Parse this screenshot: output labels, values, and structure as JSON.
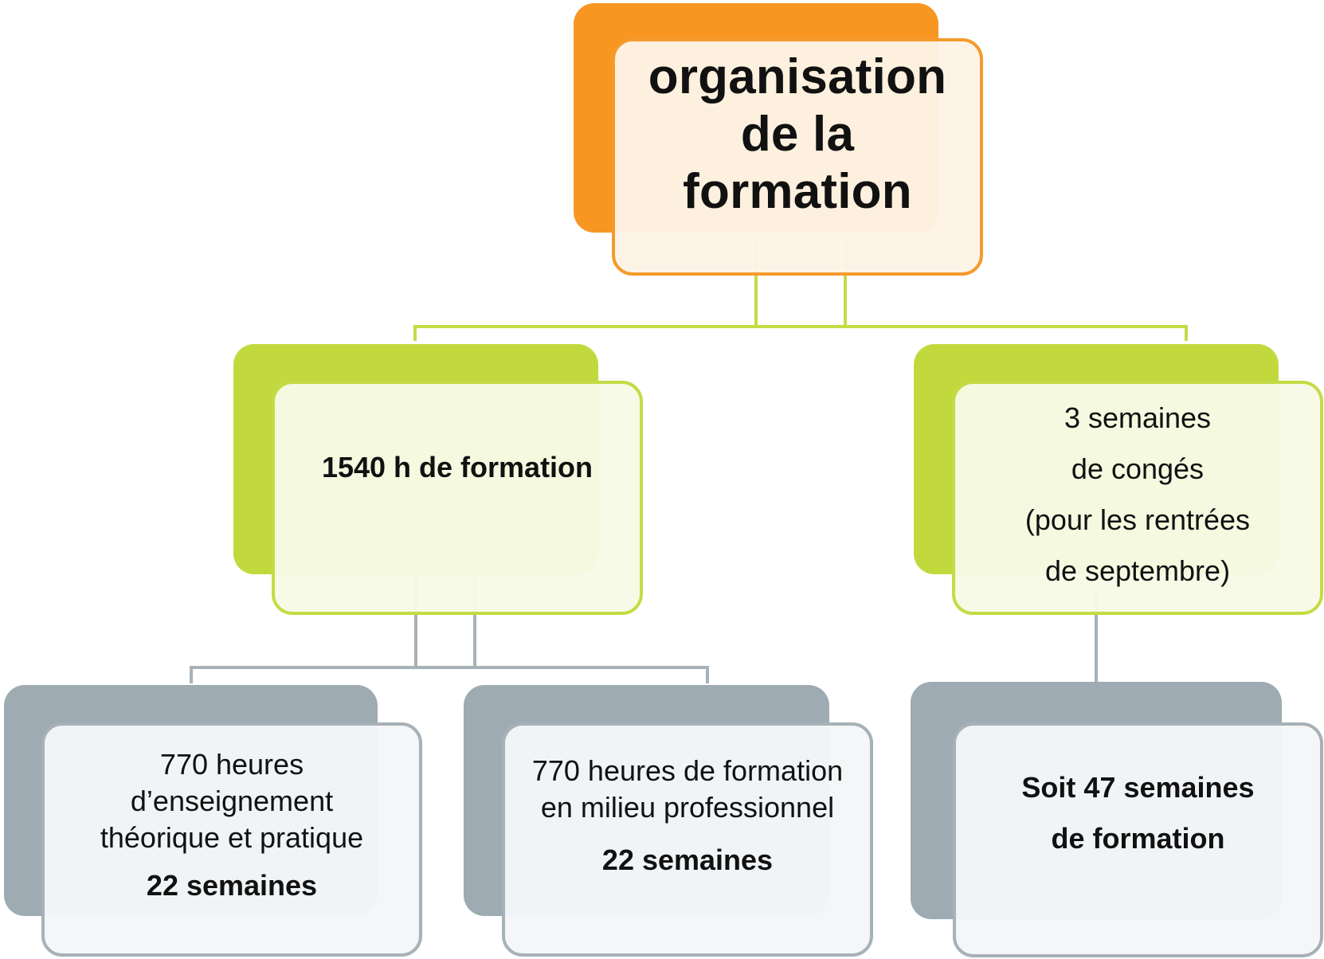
{
  "diagram": {
    "root": {
      "lines": [
        "organisation",
        "de la",
        "formation"
      ]
    },
    "left_branch": {
      "label": "1540 h de formation"
    },
    "right_branch": {
      "lines": [
        "3 semaines",
        "de congés",
        "(pour les rentrées",
        "de septembre)"
      ]
    },
    "bottom_left": {
      "lines": [
        "770 heures",
        "d’enseignement",
        "théorique et pratique"
      ],
      "emphasis": "22 semaines"
    },
    "bottom_middle": {
      "lines": [
        "770 heures de formation",
        "en milieu professionnel"
      ],
      "emphasis": "22 semaines"
    },
    "bottom_right": {
      "lines": [
        "Soit 47 semaines",
        "de formation"
      ]
    }
  },
  "colors": {
    "orange": "#f79722",
    "green": "#c2d93d",
    "gray": "#9eabb3",
    "green_connector": "#c4db44",
    "gray_connector": "#a7b1b8"
  }
}
